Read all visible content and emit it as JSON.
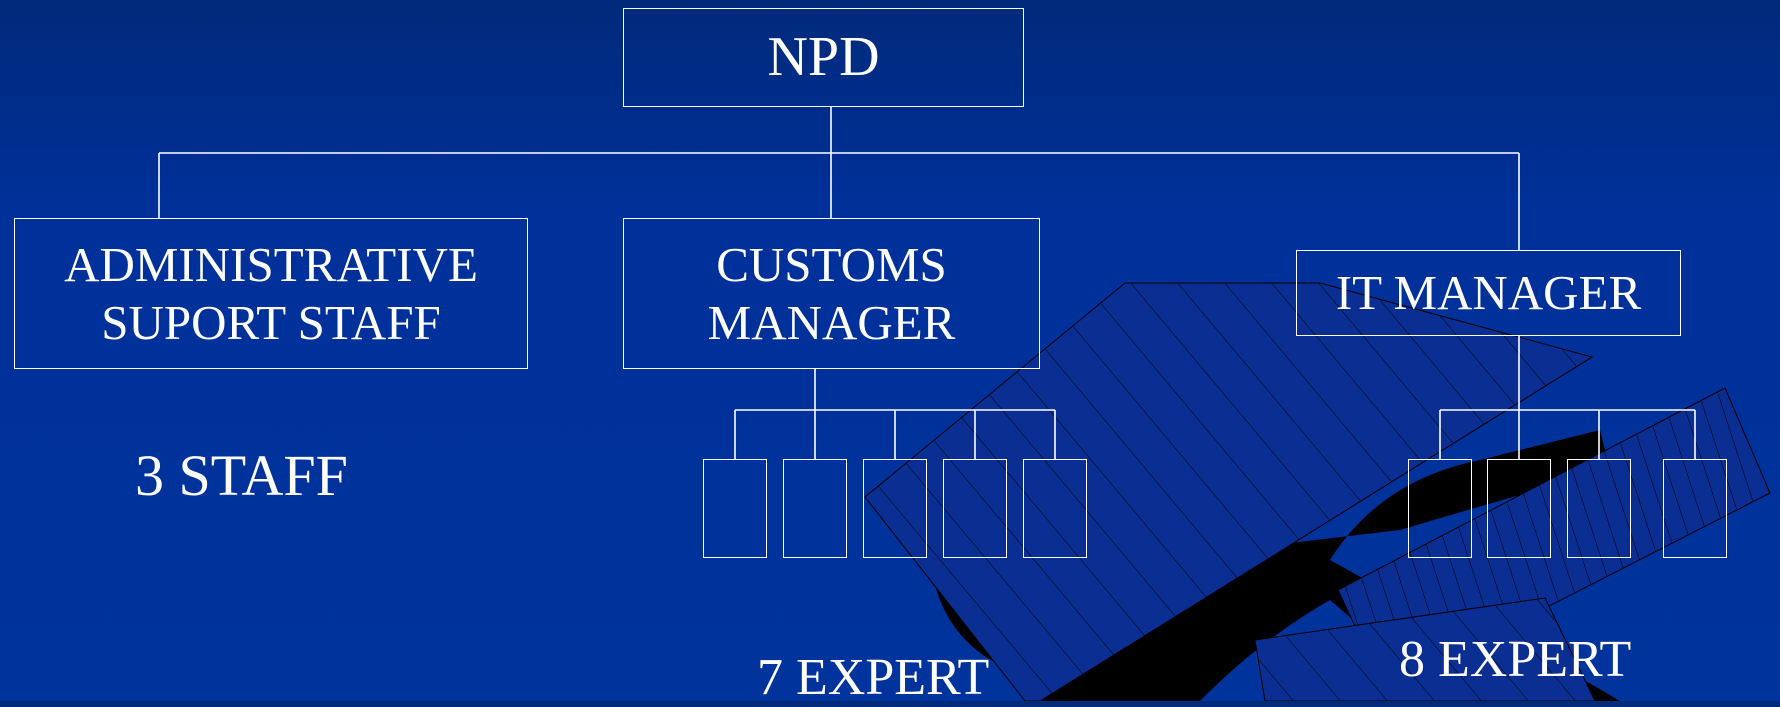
{
  "org_chart": {
    "root": {
      "label": "NPD"
    },
    "departments": [
      {
        "line1": "ADMINISTRATIVE",
        "line2": "SUPORT STAFF",
        "headcount": "3 STAFF"
      },
      {
        "line1": "CUSTOMS",
        "line2": "MANAGER",
        "headcount": "7 EXPERT"
      },
      {
        "line1": "IT MANAGER",
        "line2": "",
        "headcount": "8 EXPERT"
      }
    ],
    "customs_expert_boxes": 5,
    "it_expert_boxes": 4
  },
  "colors": {
    "background": "#00339c",
    "line": "#ffffff",
    "stripe_fill": "#0a2a8a",
    "shadow": "#000000"
  }
}
